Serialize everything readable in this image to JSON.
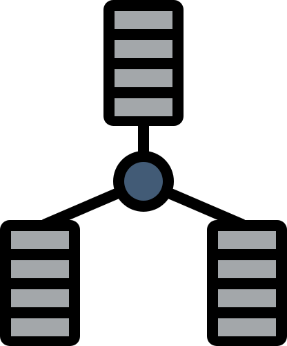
{
  "icon": {
    "name": "server-network-icon",
    "colors": {
      "outline": "#000000",
      "server_slot": "#A3A7AA",
      "hub": "#425B76",
      "background": "#FFFFFF"
    },
    "servers": [
      {
        "id": "top",
        "slots": 4
      },
      {
        "id": "bottom-left",
        "slots": 4
      },
      {
        "id": "bottom-right",
        "slots": 4
      }
    ]
  }
}
